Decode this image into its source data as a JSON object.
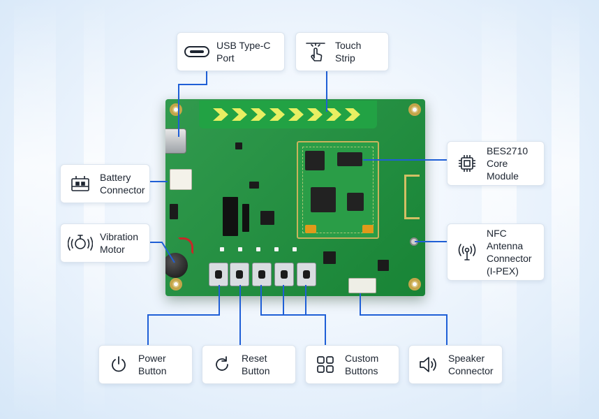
{
  "callouts": {
    "usb_type_c": {
      "label": "USB Type-C\nPort",
      "icon": "usb-c-icon"
    },
    "touch_strip": {
      "label": "Touch\nStrip",
      "icon": "touch-icon"
    },
    "core_module": {
      "label": "BES2710\nCore Module",
      "icon": "chip-icon"
    },
    "battery": {
      "label": "Battery\nConnector",
      "icon": "battery-connector-icon"
    },
    "vibration": {
      "label": "Vibration\nMotor",
      "icon": "vibration-icon"
    },
    "nfc": {
      "label": "NFC Antenna\nConnector\n(I-PEX)",
      "icon": "nfc-antenna-icon"
    },
    "power": {
      "label": "Power\nButton",
      "icon": "power-icon"
    },
    "reset": {
      "label": "Reset\nButton",
      "icon": "reset-icon"
    },
    "custom": {
      "label": "Custom\nButtons",
      "icon": "grid-icon"
    },
    "speaker": {
      "label": "Speaker\nConnector",
      "icon": "speaker-icon"
    }
  },
  "colors": {
    "leader_line": "#1f5fd6",
    "icon_stroke": "#1c2430",
    "pcb_green": "#1a8f3a"
  }
}
